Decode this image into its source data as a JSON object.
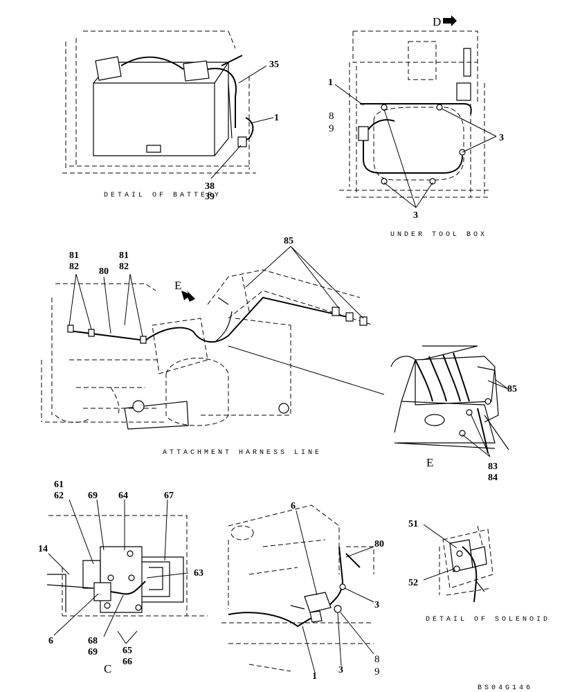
{
  "captions": {
    "battery": "DETAIL OF BATTERY",
    "toolbox": "UNDER TOOL BOX",
    "attachment": "ATTACHMENT HARNESS LINE",
    "solenoid": "DETAIL OF SOLENOID",
    "drawing_no": "BS04G146"
  },
  "views": {
    "d": "D",
    "e_arrow": "E",
    "e_view": "E",
    "c_view": "C"
  },
  "callouts": {
    "battery": {
      "c35": "35",
      "c1": "1",
      "c38": "38",
      "c39": "39"
    },
    "toolbox": {
      "c1": "1",
      "c8": "8",
      "c9": "9",
      "c3a": "3",
      "c3b": "3"
    },
    "attachment": {
      "c81a": "81",
      "c82a": "82",
      "c80": "80",
      "c81b": "81",
      "c82b": "82",
      "c85": "85"
    },
    "e_view": {
      "c85": "85",
      "c83": "83",
      "c84": "84"
    },
    "c_view": {
      "c61": "61",
      "c62": "62",
      "c69": "69",
      "c64": "64",
      "c67": "67",
      "c14": "14",
      "c63": "63",
      "c6": "6",
      "c68": "68",
      "c69b": "69",
      "c65": "65",
      "c66": "66"
    },
    "connector": {
      "c6": "6",
      "c80": "80",
      "c3a": "3",
      "c1": "1",
      "c3b": "3",
      "c8": "8",
      "c9": "9"
    },
    "solenoid": {
      "c51": "51",
      "c52": "52"
    }
  }
}
